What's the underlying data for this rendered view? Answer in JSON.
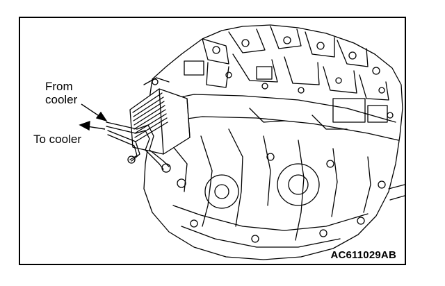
{
  "labels": {
    "from_cooler": "From\ncooler",
    "to_cooler": "To cooler"
  },
  "figure_id": "AC611029AB",
  "colors": {
    "line": "#000000",
    "background": "#ffffff"
  }
}
